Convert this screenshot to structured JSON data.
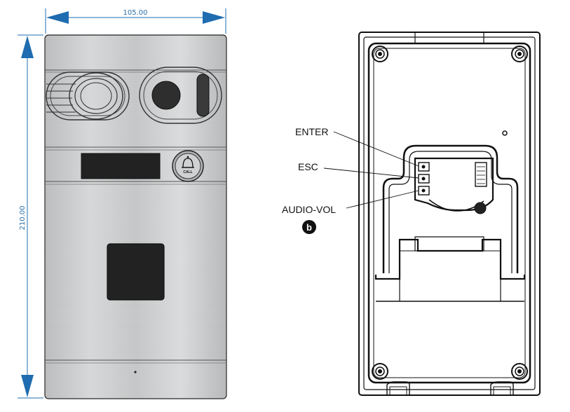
{
  "dimensions": {
    "width_label": "105.00",
    "height_label": "210.00"
  },
  "front_panel": {
    "call_button_label": "CALL"
  },
  "rear_view": {
    "callouts": [
      "ENTER",
      "ESC",
      "AUDIO-VOL"
    ],
    "badge_letter": "b"
  },
  "colors": {
    "dimension_blue": "#1f6cb0",
    "panel_silver": "#c9cbcc",
    "line_dark": "#111111"
  }
}
